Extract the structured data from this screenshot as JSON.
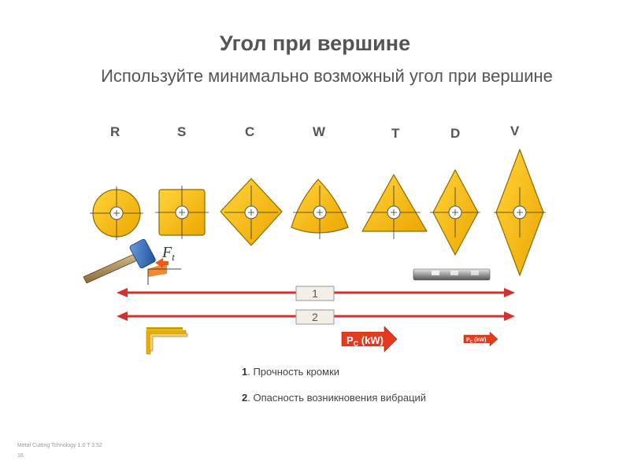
{
  "title": "Угол при вершине",
  "subtitle": "Используйте минимально возможный угол при вершине",
  "shapes": [
    {
      "letter": "R",
      "icon": "round-insert-icon"
    },
    {
      "letter": "S",
      "icon": "square-insert-icon"
    },
    {
      "letter": "C",
      "icon": "rhombic-80-insert-icon"
    },
    {
      "letter": "W",
      "icon": "trigon-insert-icon"
    },
    {
      "letter": "T",
      "icon": "triangle-insert-icon"
    },
    {
      "letter": "D",
      "icon": "rhombic-55-insert-icon"
    },
    {
      "letter": "V",
      "icon": "rhombic-35-insert-icon"
    }
  ],
  "force_label": {
    "main": "F",
    "sub": "t"
  },
  "arrows": [
    {
      "label": "1"
    },
    {
      "label": "2"
    }
  ],
  "power_labels": {
    "big": {
      "main": "P",
      "sub": "C",
      "unit": " (kW)"
    },
    "small": {
      "main": "P",
      "sub": "C",
      "unit": " (kW)"
    }
  },
  "legend": [
    {
      "num": "1",
      "text": ". Прочность кромки"
    },
    {
      "num": "2",
      "text": ". Опасность возникновения вибраций"
    }
  ],
  "footer": {
    "source": "Metal Cutting Tchnology 1.0 T 3.52",
    "page": "16"
  },
  "colors": {
    "insert_fill": "#f2b400",
    "insert_stroke": "#8a6a00",
    "arrow_red": "#d32f2f",
    "text_gray": "#555555"
  }
}
